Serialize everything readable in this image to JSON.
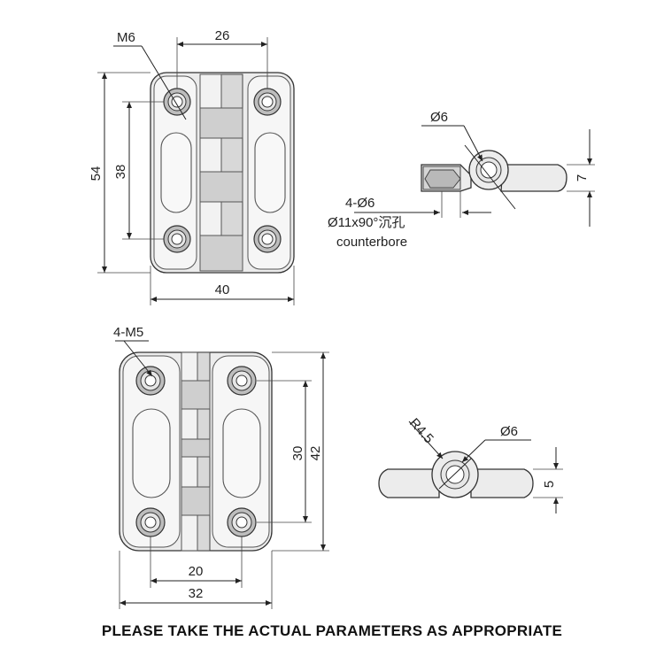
{
  "views": {
    "top_large": {
      "dim_m6": "M6",
      "dim_26": "26",
      "dim_54": "54",
      "dim_38": "38",
      "dim_40": "40"
    },
    "side_large": {
      "dim_phi6": "Ø6",
      "dim_7": "7",
      "dim_4phi6": "4-Ø6",
      "dim_counterbore_spec": "Ø11x90°沉孔",
      "dim_counterbore": "counterbore"
    },
    "top_small": {
      "dim_4m5": "4-M5",
      "dim_30": "30",
      "dim_42": "42",
      "dim_20": "20",
      "dim_32": "32"
    },
    "side_small": {
      "dim_r45": "R4.5",
      "dim_phi6": "Ø6",
      "dim_5": "5"
    }
  },
  "footer": {
    "note": "PLEASE TAKE THE ACTUAL PARAMETERS AS APPROPRIATE"
  }
}
